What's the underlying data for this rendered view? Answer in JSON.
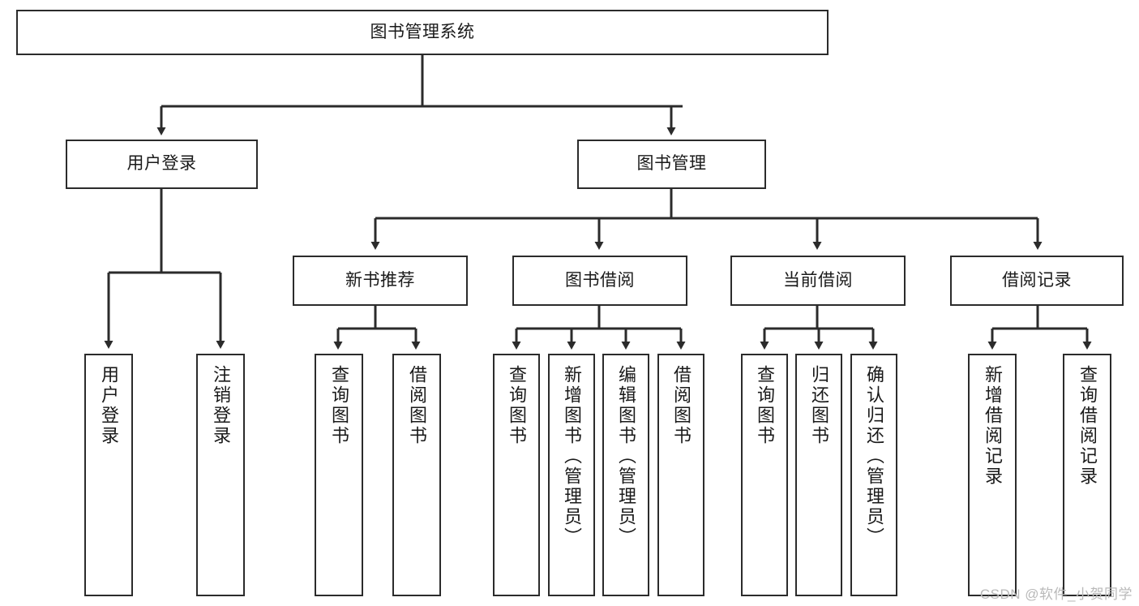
{
  "diagram": {
    "type": "tree-hierarchy-flowchart",
    "title": "图书管理系统",
    "watermark": "CSDN @软件_小贺同学",
    "colors": {
      "box_border": "#2b2b2b",
      "box_fill": "#ffffff",
      "connector": "#2b2b2b",
      "text": "#1a1a1a",
      "watermark": "#b9b9b9",
      "background": "#ffffff"
    },
    "root": {
      "label": "图书管理系统",
      "orientation": "horizontal"
    },
    "level1": [
      {
        "label": "用户登录",
        "orientation": "horizontal"
      },
      {
        "label": "图书管理",
        "orientation": "horizontal"
      }
    ],
    "level2": [
      {
        "label": "新书推荐",
        "orientation": "horizontal",
        "parent": "图书管理"
      },
      {
        "label": "图书借阅",
        "orientation": "horizontal",
        "parent": "图书管理"
      },
      {
        "label": "当前借阅",
        "orientation": "horizontal",
        "parent": "图书管理"
      },
      {
        "label": "借阅记录",
        "orientation": "horizontal",
        "parent": "图书管理"
      }
    ],
    "leaves": {
      "user_login": [
        {
          "label": "用户登录",
          "orientation": "vertical"
        },
        {
          "label": "注销登录",
          "orientation": "vertical"
        }
      ],
      "new_book_recommend": [
        {
          "label": "查询图书",
          "orientation": "vertical"
        },
        {
          "label": "借阅图书",
          "orientation": "vertical"
        }
      ],
      "book_borrow": [
        {
          "label": "查询图书",
          "orientation": "vertical"
        },
        {
          "label": "新增图书（管理员）",
          "orientation": "vertical"
        },
        {
          "label": "编辑图书（管理员）",
          "orientation": "vertical"
        },
        {
          "label": "借阅图书",
          "orientation": "vertical"
        }
      ],
      "current_borrow": [
        {
          "label": "查询图书",
          "orientation": "vertical"
        },
        {
          "label": "归还图书",
          "orientation": "vertical"
        },
        {
          "label": "确认归还（管理员）",
          "orientation": "vertical"
        }
      ],
      "borrow_record": [
        {
          "label": "新增借阅记录",
          "orientation": "vertical"
        },
        {
          "label": "查询借阅记录",
          "orientation": "vertical"
        }
      ]
    }
  }
}
